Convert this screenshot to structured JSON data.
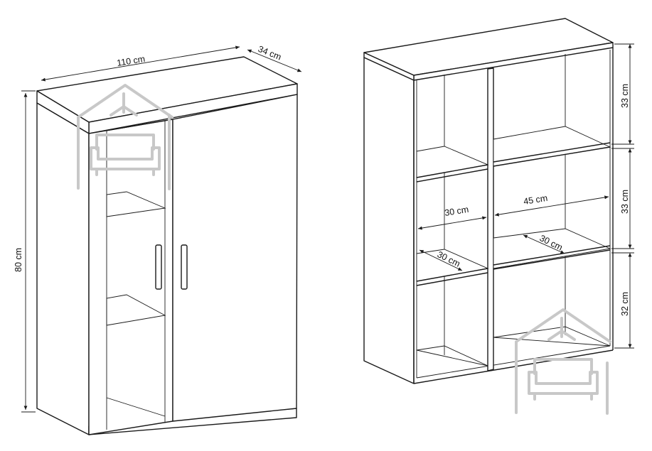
{
  "left_unit": {
    "width_label": "110 cm",
    "depth_label": "34 cm",
    "height_label": "80 cm"
  },
  "right_unit": {
    "dim_left_width": "30 cm",
    "dim_right_width": "45 cm",
    "dim_left_depth": "30 cm",
    "dim_right_depth": "30 cm",
    "dim_top_height": "33 cm",
    "dim_middle_height": "33 cm",
    "dim_bottom_height": "32 cm"
  },
  "watermark": {
    "icon": "house-sofa-logo-icon",
    "color": "#c8c8c8"
  }
}
